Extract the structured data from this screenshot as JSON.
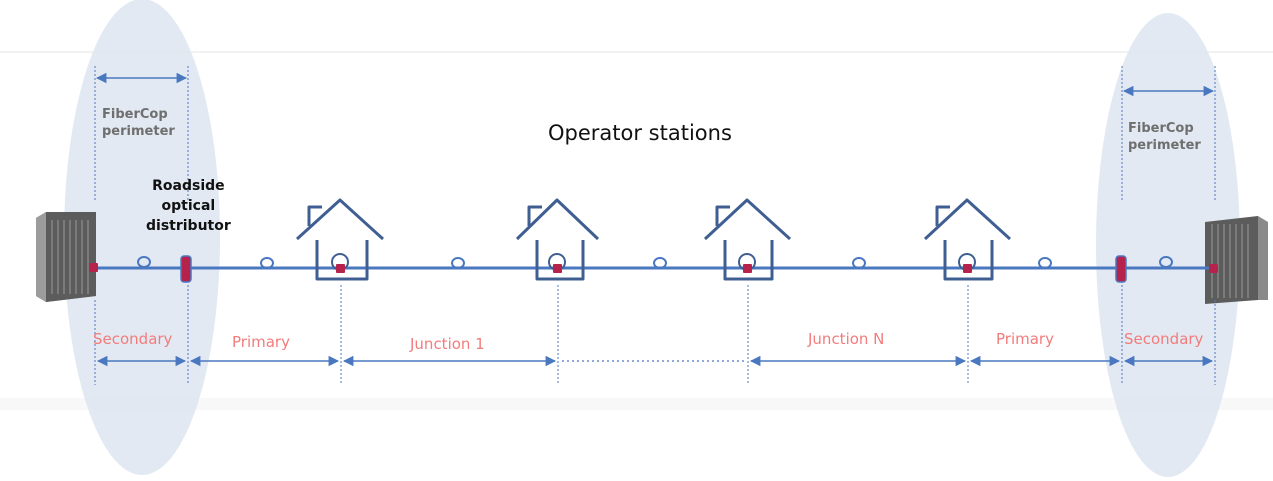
{
  "title": "Operator stations",
  "perimeter": {
    "left_line1": "FiberCop",
    "left_line2": "perimeter",
    "right_line1": "FiberCop",
    "right_line2": "perimeter"
  },
  "distributor": {
    "line1": "Roadside",
    "line2": "optical",
    "line3": "distributor"
  },
  "segments": {
    "secondary_left": "Secondary",
    "primary_left": "Primary",
    "junction_1": "Junction 1",
    "junction_n": "Junction N",
    "primary_right": "Primary",
    "secondary_right": "Secondary"
  },
  "icons": [
    "server-rack-icon",
    "house-icon",
    "cable-coil-icon",
    "splice-box-icon"
  ],
  "colors": {
    "cable": "#4a78c0",
    "house": "#3f5f93",
    "segment_text": "#f27c7c",
    "perimeter_fill": "#dde5f0",
    "node": "#b5234d"
  }
}
